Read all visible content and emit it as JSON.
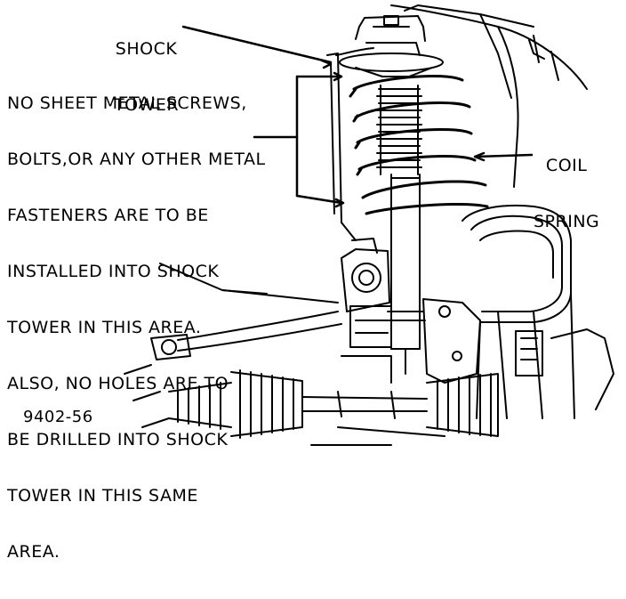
{
  "labels": {
    "shock_tower": [
      "SHOCK",
      "TOWER"
    ],
    "warning_note": [
      "NO SHEET METAL SCREWS,",
      "BOLTS,OR ANY OTHER METAL",
      "FASTENERS ARE TO BE",
      "INSTALLED INTO SHOCK",
      "TOWER IN THIS AREA.",
      "ALSO, NO HOLES ARE TO",
      "BE DRILLED INTO SHOCK",
      "TOWER IN THIS SAME",
      "AREA."
    ],
    "coil_spring": [
      "COIL",
      "SPRING"
    ],
    "figure_number": "9402-56"
  }
}
